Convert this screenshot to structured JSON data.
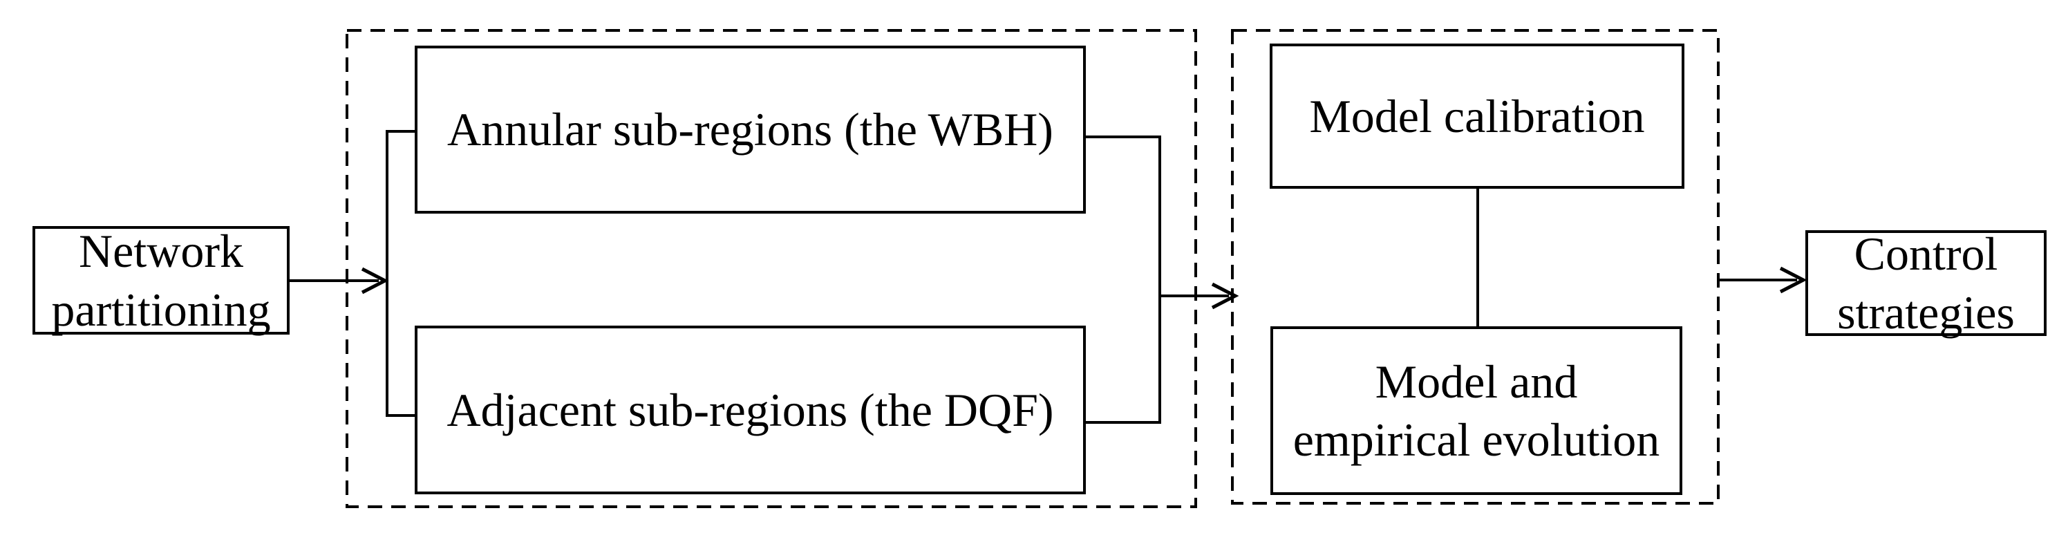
{
  "colors": {
    "background": "#ffffff",
    "line": "#000000",
    "text": "#000000"
  },
  "nodes": {
    "network_partitioning": {
      "lines": [
        "Network",
        "partitioning"
      ]
    },
    "annular_subregions": {
      "label": "Annular sub-regions (the WBH)"
    },
    "adjacent_subregions": {
      "label": "Adjacent sub-regions (the DQF)"
    },
    "model_calibration": {
      "label": "Model calibration"
    },
    "model_empirical_evolution": {
      "lines": [
        "Model and",
        "empirical evolution"
      ]
    },
    "control_strategies": {
      "lines": [
        "Control",
        "strategies"
      ]
    }
  },
  "edges": [
    {
      "from": "network_partitioning",
      "to": "partitioning_group",
      "type": "arrow"
    },
    {
      "from": "partitioning_group_split",
      "to": "annular_subregions",
      "type": "line"
    },
    {
      "from": "partitioning_group_split",
      "to": "adjacent_subregions",
      "type": "line"
    },
    {
      "from": "partitioning_group",
      "to": "model_group",
      "type": "arrow"
    },
    {
      "from": "model_calibration",
      "to": "model_empirical_evolution",
      "type": "line"
    },
    {
      "from": "model_group",
      "to": "control_strategies",
      "type": "arrow"
    }
  ]
}
